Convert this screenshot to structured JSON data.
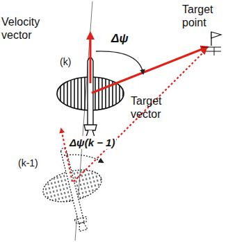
{
  "diagram": {
    "labels": [
      "Velocity vector",
      "(k)",
      "Δψ",
      "Target vector",
      "Target point",
      "Δψ(k − 1)",
      "(k-1)"
    ]
  }
}
